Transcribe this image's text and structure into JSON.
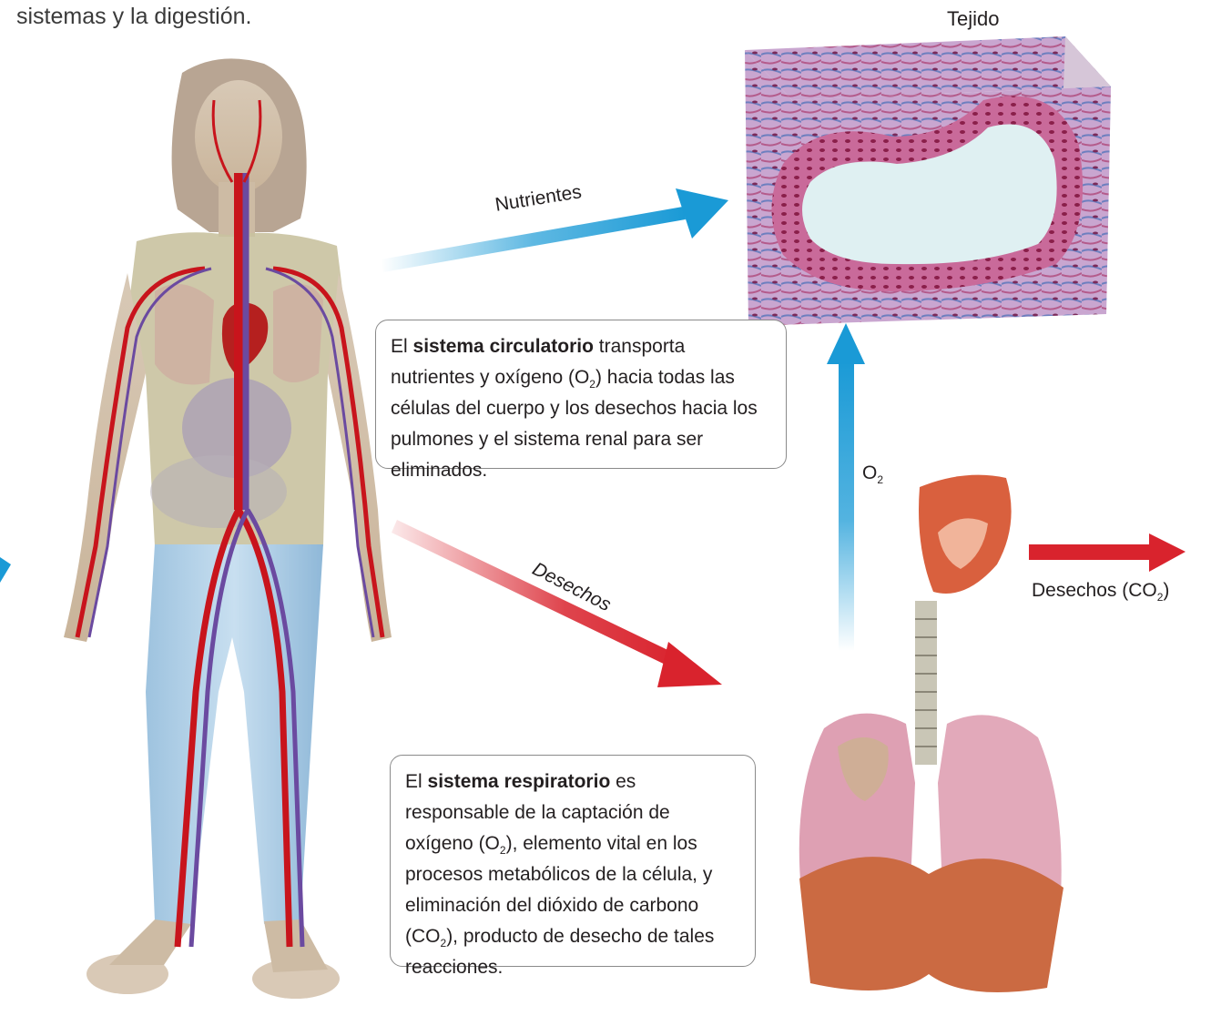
{
  "intro_text": "sistemas y la digestión.",
  "tissue_label": "Tejido",
  "arrows": {
    "nutrients": "Nutrientes",
    "wastes": "Desechos",
    "o2_prefix": "O",
    "o2_sub": "2",
    "co2_prefix": "Desechos (CO",
    "co2_sub": "2",
    "co2_suffix": ")"
  },
  "circulatory_box": {
    "pre": "El ",
    "bold": "sistema circulatorio",
    "t1": " transporta nutrientes y oxígeno (O",
    "s1": "2",
    "t2": ") hacia todas las células del cuerpo y los desechos hacia los pulmones y el sistema renal para ser eliminados."
  },
  "respiratory_box": {
    "pre": "El ",
    "bold": "sistema respiratorio",
    "t1": " es responsable de la captación de oxígeno (O",
    "s1": "2",
    "t2": "), elemento vital en los procesos metabólicos de la célula, y eliminación del dióxido de carbono (CO",
    "s2": "2",
    "t3": "), producto de desecho de tales reacciones."
  },
  "colors": {
    "blue_arrow": "#1a9ad6",
    "red_arrow": "#d9232d",
    "tissue_pink": "#d77aa6",
    "lumen": "#dff0f2"
  }
}
